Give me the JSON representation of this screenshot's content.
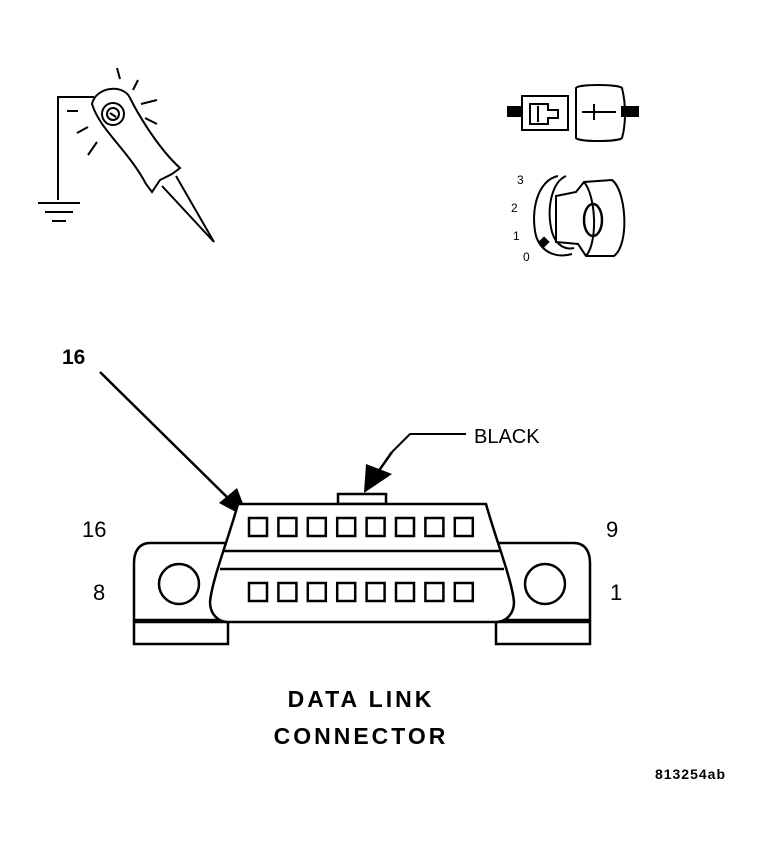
{
  "callout": {
    "pin_number": "16"
  },
  "connector": {
    "tab_label": "BLACK",
    "pin_labels": {
      "top_left": "16",
      "top_right": "9",
      "bottom_left": "8",
      "bottom_right": "1"
    },
    "pins_per_row": 8
  },
  "ignition": {
    "positions": [
      "3",
      "2",
      "1",
      "0"
    ]
  },
  "caption": {
    "line1": "DATA LINK",
    "line2": "CONNECTOR"
  },
  "figure_id": "813254ab",
  "icons": {
    "test_light": "test-light-icon",
    "connector_symbol": "electrical-connector-icon",
    "ignition_key": "ignition-key-icon"
  }
}
